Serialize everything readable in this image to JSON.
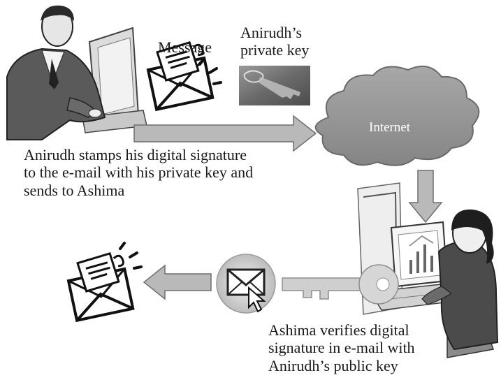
{
  "labels": {
    "message": "Message",
    "private_key": "Anirudh’s\nprivate key",
    "internet": "Internet",
    "sender_caption": "Anirudh stamps  his digital signature\nto the e-mail with his private key and\nsends to Ashima",
    "receiver_caption": "Ashima verifies digital\nsignature in e-mail with\nAnirudh’s public key"
  },
  "icons": {
    "sender": "man-at-computer-icon",
    "message": "signed-envelope-icon",
    "private_key": "key-photo-icon",
    "internet": "cloud-icon",
    "receiver": "woman-at-computer-icon",
    "public_key": "key-icon",
    "email_check": "envelope-cursor-icon",
    "verified": "signed-envelope-icon"
  },
  "colors": {
    "arrow_fill": "#b9b9b9",
    "arrow_stroke": "#6e6e6e",
    "cloud_fill": "#9a9a9a",
    "ink": "#1a1a1a"
  }
}
